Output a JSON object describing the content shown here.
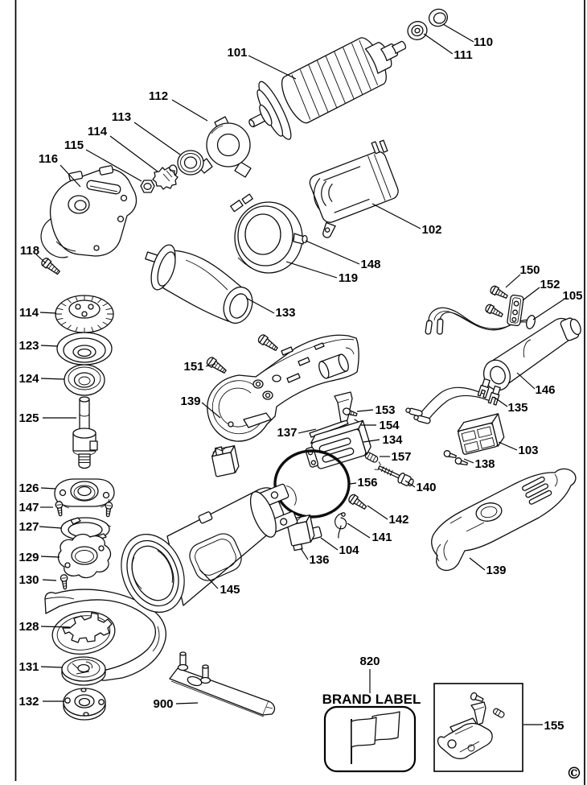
{
  "diagram": {
    "part_labels": {
      "l101": "101",
      "l102": "102",
      "l103": "103",
      "l104": "104",
      "l105": "105",
      "l110": "110",
      "l111": "111",
      "l112": "112",
      "l113": "113",
      "l114a": "114",
      "l114b": "114",
      "l115": "115",
      "l116": "116",
      "l118": "118",
      "l119": "119",
      "l123": "123",
      "l124": "124",
      "l125": "125",
      "l126": "126",
      "l127": "127",
      "l128": "128",
      "l129": "129",
      "l130": "130",
      "l131": "131",
      "l132": "132",
      "l133": "133",
      "l134": "134",
      "l135": "135",
      "l136": "136",
      "l137": "137",
      "l138": "138",
      "l139a": "139",
      "l139b": "139",
      "l140": "140",
      "l141": "141",
      "l142": "142",
      "l145": "145",
      "l146": "146",
      "l147": "147",
      "l148": "148",
      "l150": "150",
      "l151": "151",
      "l152": "152",
      "l153": "153",
      "l154": "154",
      "l155": "155",
      "l156": "156",
      "l157": "157",
      "l820": "820",
      "l900": "900"
    },
    "brand_label_title": "BRAND LABEL",
    "copyright_symbol": "©"
  }
}
